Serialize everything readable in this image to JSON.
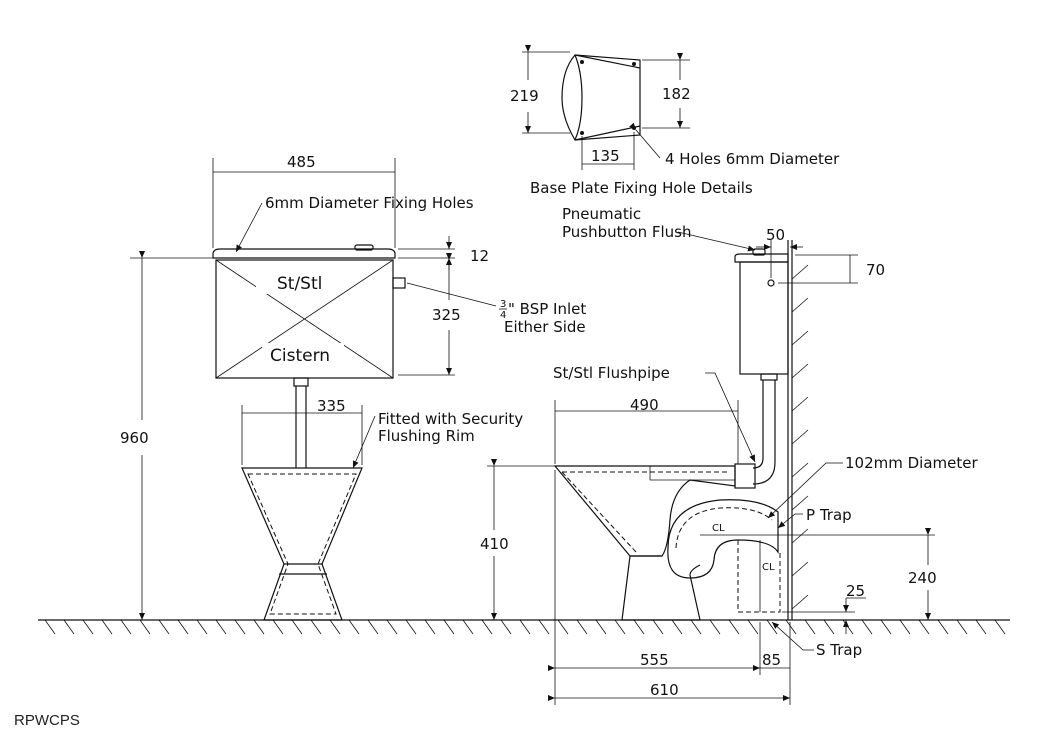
{
  "drawing_code": "RPWCPS",
  "base_plate": {
    "dim_height_left": "219",
    "dim_height_right": "182",
    "dim_width": "135",
    "holes_note": "4 Holes 6mm Diameter",
    "caption": "Base Plate Fixing Hole Details"
  },
  "front_view": {
    "cistern_width": "485",
    "fixing_holes": "6mm Diameter Fixing Holes",
    "lid_thickness": "12",
    "cistern_material": "St/Stl",
    "cistern_label": "Cistern",
    "cistern_height": "325",
    "inlet_fraction_num": "3",
    "inlet_fraction_den": "4",
    "inlet_line1": "\" BSP Inlet",
    "inlet_line2": "Either Side",
    "overall_height": "960",
    "pan_width": "335",
    "rim_line1": "Fitted with Security",
    "rim_line2": "Flushing Rim"
  },
  "side_view": {
    "flush_line1": "Pneumatic",
    "flush_line2": "Pushbutton Flush",
    "flush_offset": "50",
    "flush_drop": "70",
    "flushpipe": "St/Stl Flushpipe",
    "pan_depth": "490",
    "outlet_diameter": "102mm Diameter",
    "p_trap": "P Trap",
    "centerline_a": "CL",
    "centerline_b": "CL",
    "pan_height": "410",
    "trap_height": "240",
    "s_trap_offset": "25",
    "s_trap": "S Trap",
    "dim_555": "555",
    "dim_85": "85",
    "dim_610": "610"
  }
}
